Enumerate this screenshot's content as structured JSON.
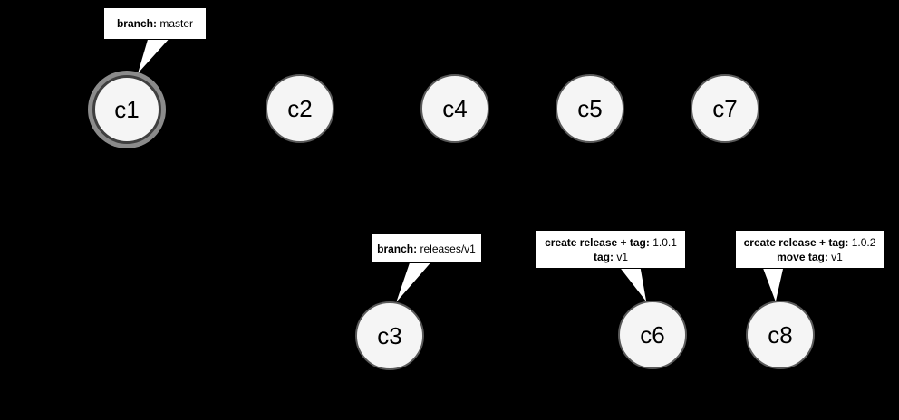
{
  "diagram": {
    "background_color": "#000000",
    "node_fill_color": "#f5f5f5",
    "node_border_color": "#595959",
    "highlight_ring_color": "#8b8b8b",
    "callout_background_color": "#ffffff",
    "callout_border_color": "#000000",
    "nodes": {
      "c1": {
        "label": "c1"
      },
      "c2": {
        "label": "c2"
      },
      "c3": {
        "label": "c3"
      },
      "c4": {
        "label": "c4"
      },
      "c5": {
        "label": "c5"
      },
      "c6": {
        "label": "c6"
      },
      "c7": {
        "label": "c7"
      },
      "c8": {
        "label": "c8"
      }
    },
    "callouts": {
      "master": {
        "bold": "branch:",
        "text": "master"
      },
      "releases": {
        "bold": "branch:",
        "text": "releases/v1"
      },
      "c6_release": {
        "line1_bold": "create release + tag:",
        "line1_text": "1.0.1",
        "line2_bold": "tag:",
        "line2_text": "v1"
      },
      "c8_release": {
        "line1_bold": "create release + tag:",
        "line1_text": "1.0.2",
        "line2_bold": "move tag:",
        "line2_text": "v1"
      }
    }
  }
}
